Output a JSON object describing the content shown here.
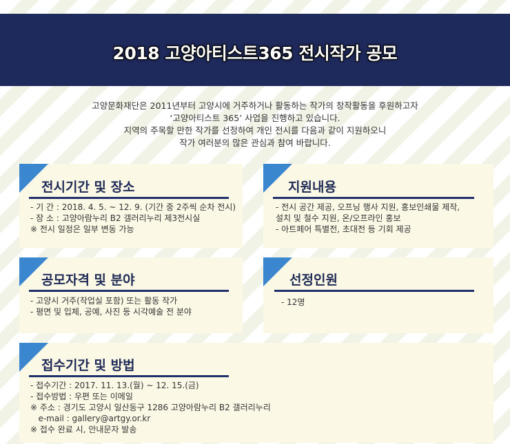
{
  "banner": {
    "title": "2018 고양아티스트365 전시작가 공모"
  },
  "intro": [
    "고양문화재단은 2011년부터 고양시에 거주하거나 활동하는 작가의 창작활동을 후원하고자",
    "‘고양아티스트 365’ 사업을 진행하고 있습니다.",
    "지역의 주목할 만한 작가를 선정하여 개인 전시를 다음과 같이 지원하오니",
    "작가 여러분의 많은 관심과 참여 바랍니다."
  ],
  "sections": {
    "exhibition": {
      "title": "전시기간 및 장소",
      "lines": [
        "- 기 간 : 2018. 4. 5. ~ 12. 9. (기간 중 2주씩 순차 전시)",
        "- 장 소 : 고양아람누리 B2 갤러리누리 제3전시실",
        "※ 전시 일정은 일부 변동 가능"
      ]
    },
    "support": {
      "title": "지원내용",
      "lines": [
        "- 전시 공간 제공, 오프닝 행사 지원, 홍보인쇄물 제작,",
        "  설치 및 철수 지원, 온/오프라인 홍보",
        "- 아트페어 특별전, 초대전 등 기회 제공"
      ]
    },
    "eligibility": {
      "title": "공모자격 및 분야",
      "lines": [
        "- 고양시 거주(작업실 포함) 또는 활동 작가",
        "- 평면 및 입체, 공예, 사진 등 시각예술 전 분야"
      ]
    },
    "selection": {
      "title": "선정인원",
      "lines": [
        "- 12명"
      ]
    },
    "application": {
      "title": "접수기간 및 방법",
      "lines": [
        "- 접수기간 : 2017. 11. 13.(월) ~ 12. 15.(금)",
        "- 접수방법 : 우편 또는 이메일",
        "※ 주소 : 경기도 고양시 일산동구 1286 고양아람누리 B2 갤러리누리",
        "   e-mail : gallery@artgy.or.kr",
        "※ 접수 완료 시, 안내문자 발송"
      ]
    }
  }
}
